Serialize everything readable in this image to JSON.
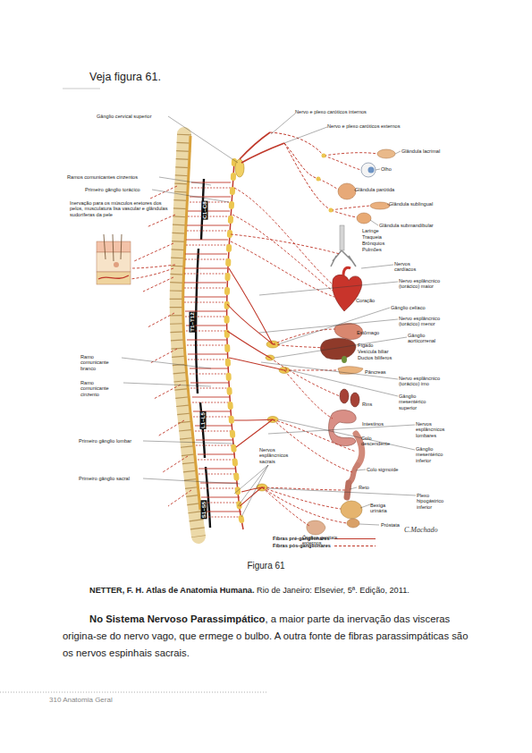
{
  "diagram": {
    "caption": "Figura 61",
    "labels": [
      "Veja figura 61.",
      "Gânglio cervical superior",
      "Nervo e plexo caróticos internos",
      "Nervo e plexo caróticos externos",
      "Glândula lacrimal",
      "Olho",
      "Glândula parótida",
      "Glândula sublingual",
      "Glândula submandibular",
      "Laringe",
      "Traqueia",
      "Brônquios",
      "Pulmões",
      "Ramos comunicantes cinzentos",
      "Primeiro gânglio torácico",
      "Inervação para os músculos eretores dos pelos, musculatura lisa vascular e glândulas sudoríferas da pele",
      "C1–C8",
      "Nervos cardíacos",
      "Nervo esplâncnico (torácico) maior",
      "Coração",
      "Gânglio celíaco",
      "Nervo esplâncnico (torácico) menor",
      "Estômago",
      "Gânglio aorticorrenal",
      "Fígado",
      "Vesícula biliar",
      "Ductos biliferos",
      "Pâncreas",
      "Nervo esplâncnico (torácico) imo",
      "Gânglio mesentérico superior",
      "Rins",
      "T1–T12",
      "Ramo comunicante branco",
      "Ramo comunicante cinzento",
      "Intestinos",
      "Nervos esplâncnicos lombares",
      "L1–L5",
      "Primeiro gânglio lombar",
      "Colo descendente",
      "Gânglio mesentérico inferior",
      "Nervos esplâncnicos sacrais",
      "Colo sigmoide",
      "Primeiro gânglio sacral",
      "Reto",
      "Plexo hipogástrico inferior",
      "S1–S5",
      "Bexiga urinária",
      "Próstata",
      "Órgãos genitais externos",
      "C.Machado",
      "NETTER, F. H.",
      "Atlas de Anatomia Humana.",
      "Rio de Janeiro: Elsevier, 5ª. Edição, 2011.",
      "No Sistema Nervoso Parassimpático",
      ", a maior parte da inervação das visceras origina-se do nervo vago, que ermege o bulbo. A outra fonte de fibras parassimpáticas são os nervos espinhais sacrais.",
      "310 Anatomia Geral"
    ],
    "legend": [
      {
        "text": "Fibras pré-ganglionares"
      },
      {
        "text": "Fibras pós-ganglionares"
      }
    ]
  }
}
